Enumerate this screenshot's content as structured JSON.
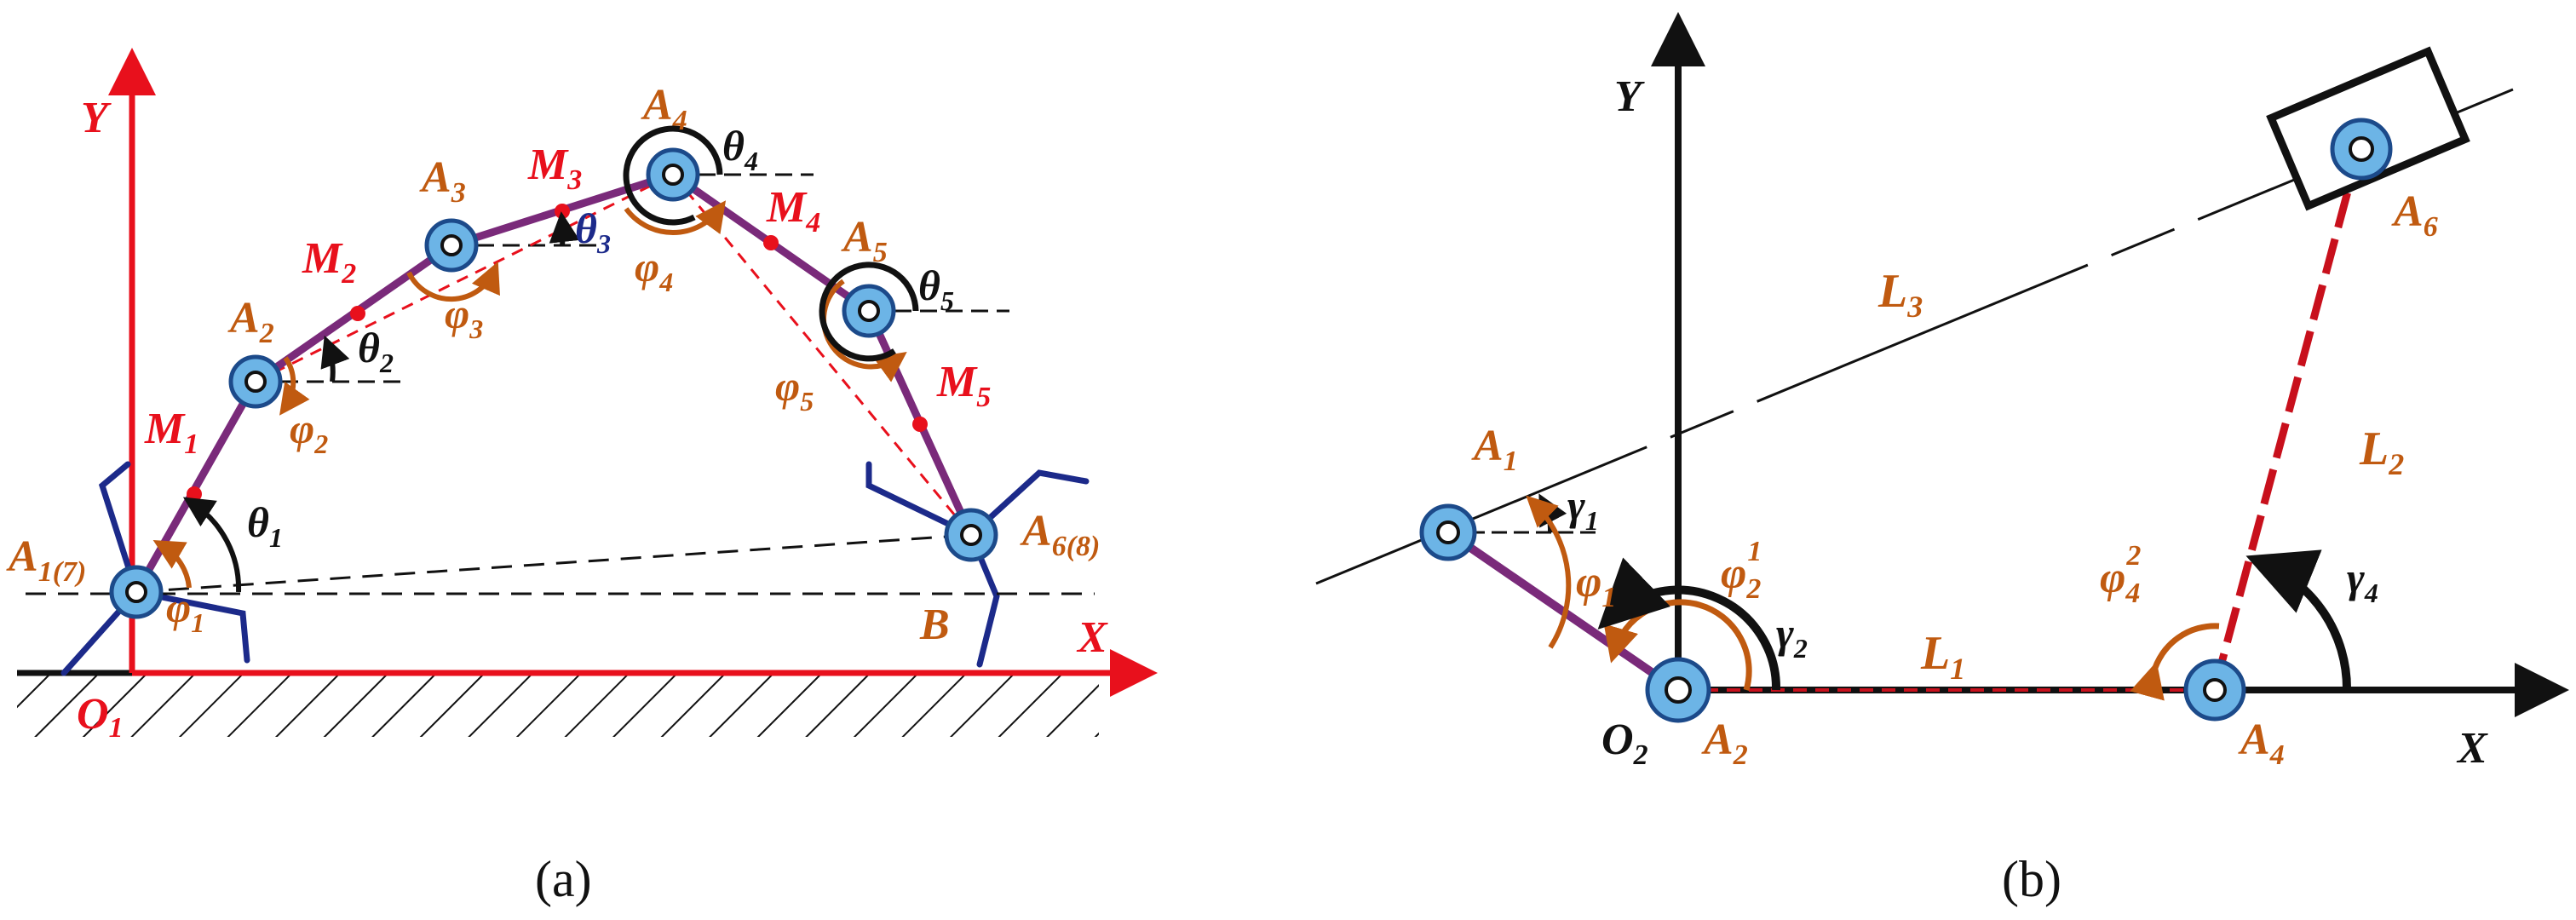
{
  "colors": {
    "red": "#e8101c",
    "orange": "#c05a10",
    "purple": "#7a2a7a",
    "navy": "#1c2a8a",
    "joint_fill": "#6cb4e6",
    "joint_stroke": "#1c4a8a",
    "black": "#111111",
    "dark_red": "#c8101c"
  },
  "icons": {
    "joint": "joint-icon",
    "slider": "slider-block-icon",
    "ground": "ground-hatch-icon",
    "arrow": "arrow-icon"
  },
  "panel_a": {
    "caption": "(a)",
    "axes": {
      "x": "X",
      "y": "Y",
      "origin": "O",
      "origin_sub": "1"
    },
    "joints": [
      {
        "id": "A1",
        "main": "A",
        "sub": "1(7)"
      },
      {
        "id": "A2",
        "main": "A",
        "sub": "2"
      },
      {
        "id": "A3",
        "main": "A",
        "sub": "3"
      },
      {
        "id": "A4",
        "main": "A",
        "sub": "4"
      },
      {
        "id": "A5",
        "main": "A",
        "sub": "5"
      },
      {
        "id": "A6",
        "main": "A",
        "sub": "6(8)"
      }
    ],
    "midpoints": [
      {
        "main": "M",
        "sub": "1"
      },
      {
        "main": "M",
        "sub": "2"
      },
      {
        "main": "M",
        "sub": "3"
      },
      {
        "main": "M",
        "sub": "4"
      },
      {
        "main": "M",
        "sub": "5"
      }
    ],
    "theta": [
      {
        "main": "θ",
        "sub": "1"
      },
      {
        "main": "θ",
        "sub": "2"
      },
      {
        "main": "θ",
        "sub": "3"
      },
      {
        "main": "θ",
        "sub": "4"
      },
      {
        "main": "θ",
        "sub": "5"
      }
    ],
    "phi": [
      {
        "main": "φ",
        "sub": "1"
      },
      {
        "main": "φ",
        "sub": "2"
      },
      {
        "main": "φ",
        "sub": "3"
      },
      {
        "main": "φ",
        "sub": "4"
      },
      {
        "main": "φ",
        "sub": "5"
      }
    ],
    "point_b": "B"
  },
  "panel_b": {
    "caption": "(b)",
    "axes": {
      "x": "X",
      "y": "Y",
      "origin": "O",
      "origin_sub": "2"
    },
    "joints": [
      {
        "main": "A",
        "sub": "1"
      },
      {
        "main": "A",
        "sub": "2"
      },
      {
        "main": "A",
        "sub": "4"
      },
      {
        "main": "A",
        "sub": "6"
      }
    ],
    "lengths": [
      {
        "main": "L",
        "sub": "1"
      },
      {
        "main": "L",
        "sub": "2"
      },
      {
        "main": "L",
        "sub": "3"
      }
    ],
    "gamma": [
      {
        "main": "γ",
        "sub": "1"
      },
      {
        "main": "γ",
        "sub": "2"
      },
      {
        "main": "γ",
        "sub": "4"
      }
    ],
    "phi": [
      {
        "main": "φ",
        "sub": "1",
        "sup": ""
      },
      {
        "main": "φ",
        "sub": "2",
        "sup": "1"
      },
      {
        "main": "φ",
        "sub": "4",
        "sup": "2"
      }
    ]
  }
}
